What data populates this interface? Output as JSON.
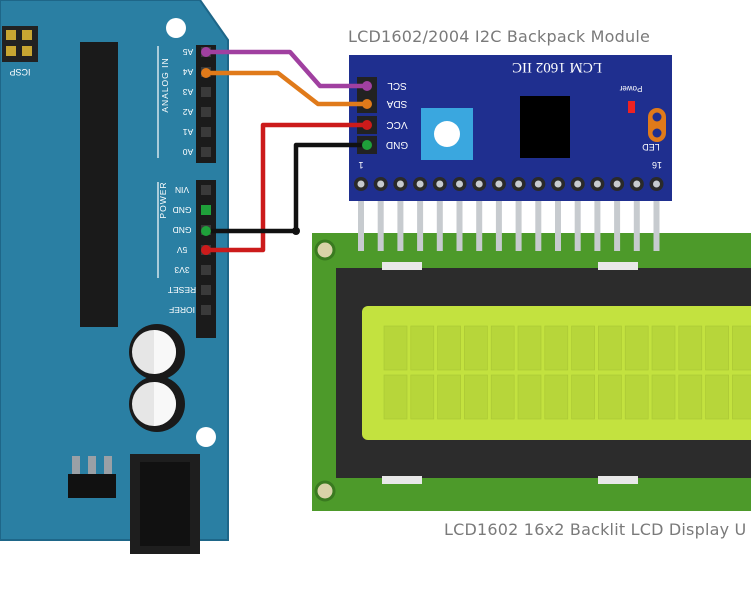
{
  "captions": {
    "module": "LCD1602/2004 I2C Backpack Module",
    "lcd": "LCD1602 16x2 Backlit LCD Display U"
  },
  "arduino": {
    "icsp_label": "ICSP",
    "analog_header_label": "ANALOG IN",
    "analog_pins": [
      "A5",
      "A4",
      "A3",
      "A2",
      "A1",
      "A0"
    ],
    "power_header_label": "POWER",
    "power_pins": [
      "VIN",
      "GND",
      "GND",
      "5V",
      "3V3",
      "RESET",
      "IOREF"
    ],
    "board_color": "#2a7fa3"
  },
  "backpack": {
    "chip_label": "LCM 1602 IIC",
    "pins": [
      "SCL",
      "SDA",
      "VCC",
      "GND"
    ],
    "power_label": "Power",
    "led_label": "LED",
    "pin_first": "1",
    "pin_last": "16",
    "board_color": "#1f2f8f"
  },
  "lcd": {
    "board_color": "#4d9a2a",
    "screen_color": "#c3e23f",
    "columns": 16,
    "rows": 2
  },
  "wires": [
    {
      "from": "A5",
      "to": "SCL",
      "color": "#a040a0"
    },
    {
      "from": "A4",
      "to": "SDA",
      "color": "#e07a1a"
    },
    {
      "from": "5V",
      "to": "VCC",
      "color": "#cc1b1b"
    },
    {
      "from": "GND",
      "to": "GND",
      "color": "#111111"
    }
  ]
}
